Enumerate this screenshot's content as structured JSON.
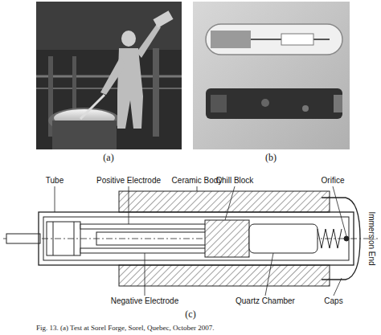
{
  "diagram": {
    "caption": "Fig. 13. (a) Test at Sorel Forge, Sorel, Quebec, October 2007.",
    "labels": [
      "(a)",
      "(b)",
      "Tube",
      "Positive Electrode",
      "Ceramic Body",
      "Chill Block",
      "Orifice",
      "Immersion End",
      "Negative Electrode",
      "Quartz Chamber",
      "Caps",
      "(c)"
    ]
  }
}
